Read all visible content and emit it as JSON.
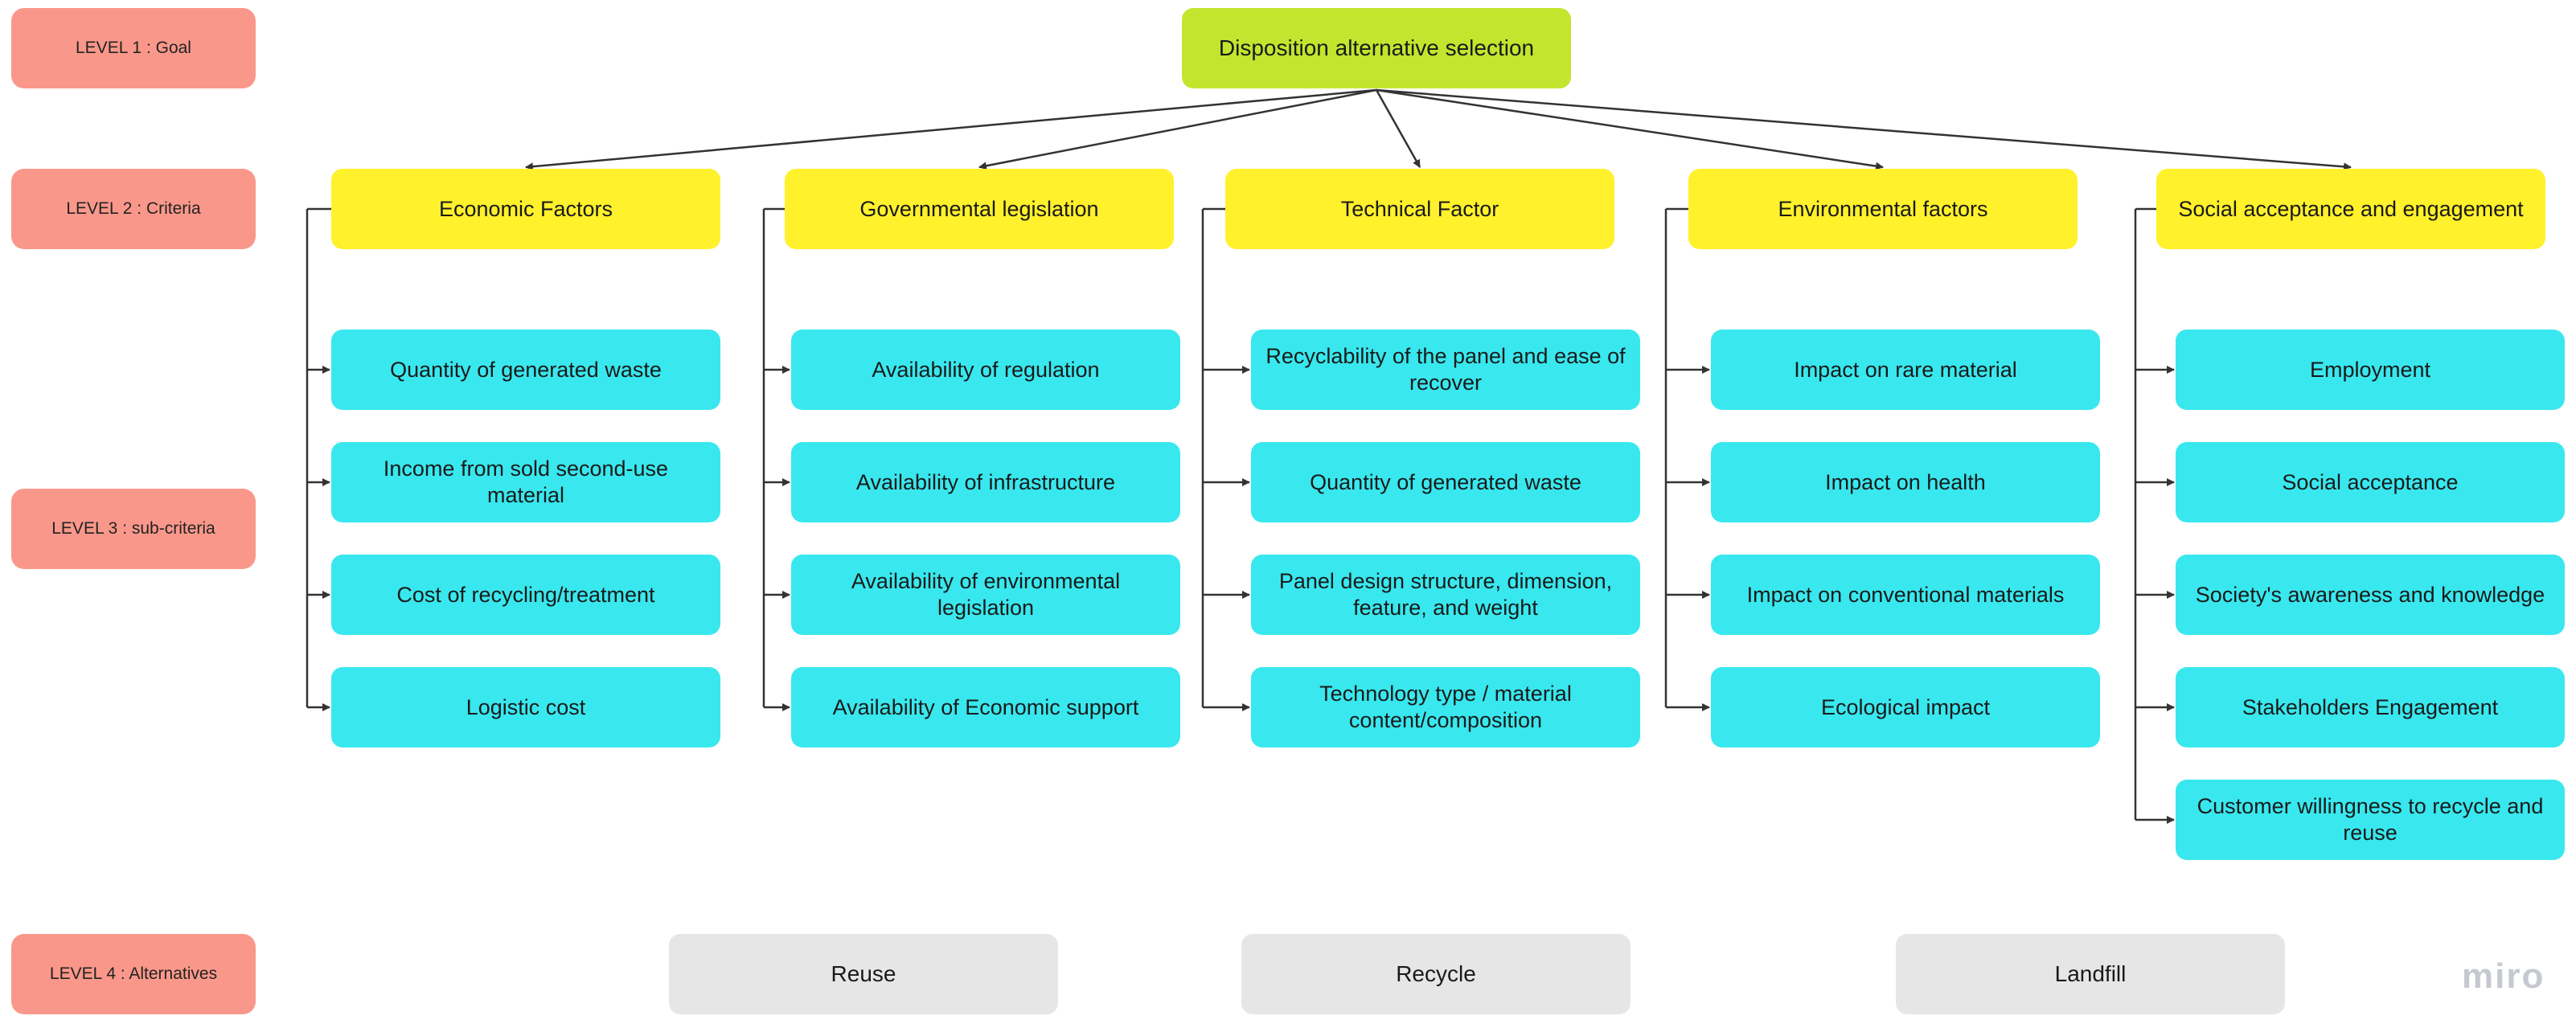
{
  "levels": {
    "goal": "LEVEL 1 : Goal",
    "criteria": "LEVEL 2 : Criteria",
    "subcriteria": "LEVEL 3 : sub-criteria",
    "alternatives": "LEVEL 4 : Alternatives"
  },
  "goal": "Disposition alternative selection",
  "criteria": [
    {
      "label": "Economic Factors",
      "sub": [
        "Quantity of generated waste",
        "Income from sold second-use material",
        "Cost of recycling/treatment",
        "Logistic cost"
      ]
    },
    {
      "label": "Governmental legislation",
      "sub": [
        "Availability of regulation",
        "Availability of infrastructure",
        "Availability of environmental legislation",
        "Availability of Economic support"
      ]
    },
    {
      "label": "Technical Factor",
      "sub": [
        "Recyclability of the panel and ease of recover",
        "Quantity of generated waste",
        "Panel design structure, dimension, feature, and  weight",
        "Technology type / material content/composition"
      ]
    },
    {
      "label": "Environmental factors",
      "sub": [
        "Impact on rare material",
        "Impact on health",
        "Impact on conventional materials",
        "Ecological impact"
      ]
    },
    {
      "label": "Social acceptance and engagement",
      "sub": [
        "Employment",
        "Social acceptance",
        "Society's awareness and knowledge",
        "Stakeholders Engagement",
        "Customer willingness to recycle and reuse"
      ]
    }
  ],
  "alternatives": [
    "Reuse",
    "Recycle",
    "Landfill"
  ],
  "logo": "miro",
  "colors": {
    "level": "#f9988a",
    "goal": "#c4e52e",
    "criteria": "#fff12b",
    "subcriteria": "#38e8ee",
    "alternatives": "#e6e6e6",
    "connector": "#333333"
  }
}
